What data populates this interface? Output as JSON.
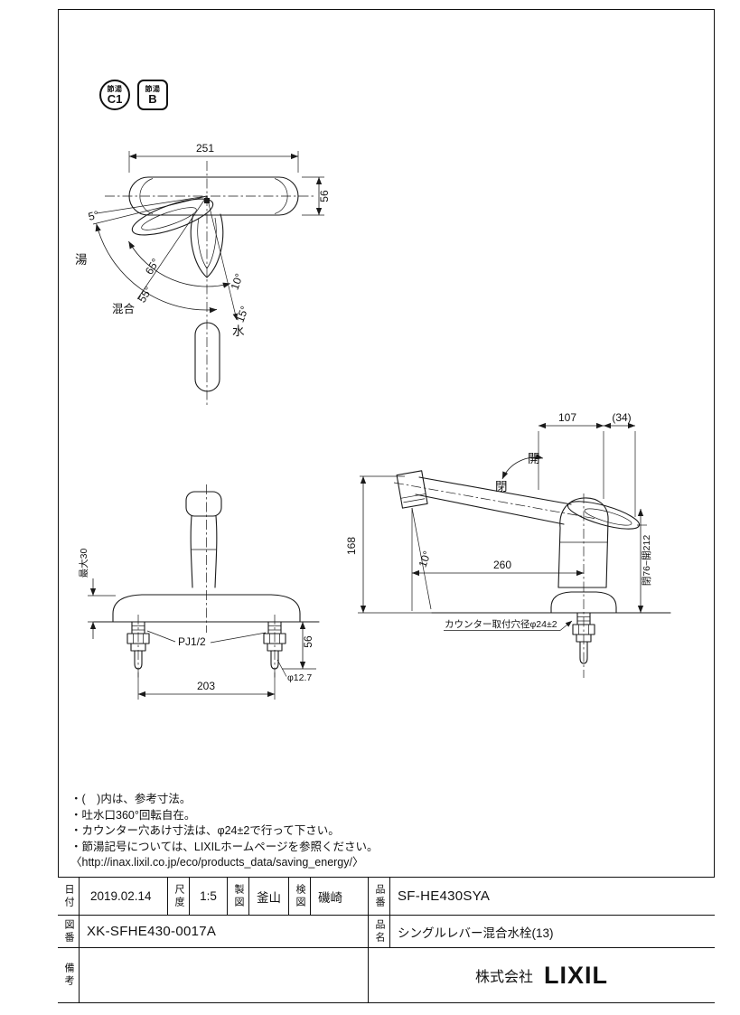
{
  "drawing": {
    "line_color": "#1a1a1a",
    "bg_color": "#ffffff"
  },
  "badges": {
    "c1": {
      "top": "節湯",
      "value": "C1"
    },
    "b": {
      "top": "節湯",
      "value": "B"
    }
  },
  "views": {
    "top": {
      "dim_width": "251",
      "dim_depth": "56",
      "angle_hot_offset": "5°",
      "angle_65": "65°",
      "angle_55": "55°",
      "angle_10": "10°",
      "angle_15": "15°",
      "label_hot": "湯",
      "label_mix": "混合",
      "label_cold": "水"
    },
    "front": {
      "dim_deck_max": "最大30",
      "thread_label": "PJ1/2",
      "dim_shank_len": "56",
      "dim_tube_dia": "φ12.7",
      "dim_pitch": "203"
    },
    "side": {
      "dim_107": "107",
      "dim_34": "(34)",
      "label_open": "開",
      "label_closed": "閉",
      "dim_height": "168",
      "angle_spray": "10°",
      "dim_reach": "260",
      "dim_lever_range": "閉76~開212",
      "label_hole": "カウンター取付穴径φ24±2"
    }
  },
  "notes": {
    "line1": "・(　)内は、参考寸法。",
    "line2": "・吐水口360°回転自在。",
    "line3": "・カウンター穴あけ寸法は、φ24±2で行って下さい。",
    "line4": "・節湯記号については、LIXILホームページを参照ください。",
    "line5": "〈http://inax.lixil.co.jp/eco/products_data/saving_energy/〉"
  },
  "title_block": {
    "date_label": "日付",
    "date_value": "2019.02.14",
    "scale_label": "尺度",
    "scale_value": "1:5",
    "drafter_label": "製図",
    "drafter_value": "釜山",
    "checker_label": "検図",
    "checker_value": "磯崎",
    "part_no_label": "品番",
    "part_no_value": "SF-HE430SYA",
    "drawing_no_label": "図番",
    "drawing_no_value": "XK-SFHE430-0017A",
    "product_name_label": "品名",
    "product_name_value": "シングルレバー混合水栓(13)",
    "remarks_label": "備考",
    "company_prefix": "株式会社",
    "company_name": "LIXIL"
  }
}
